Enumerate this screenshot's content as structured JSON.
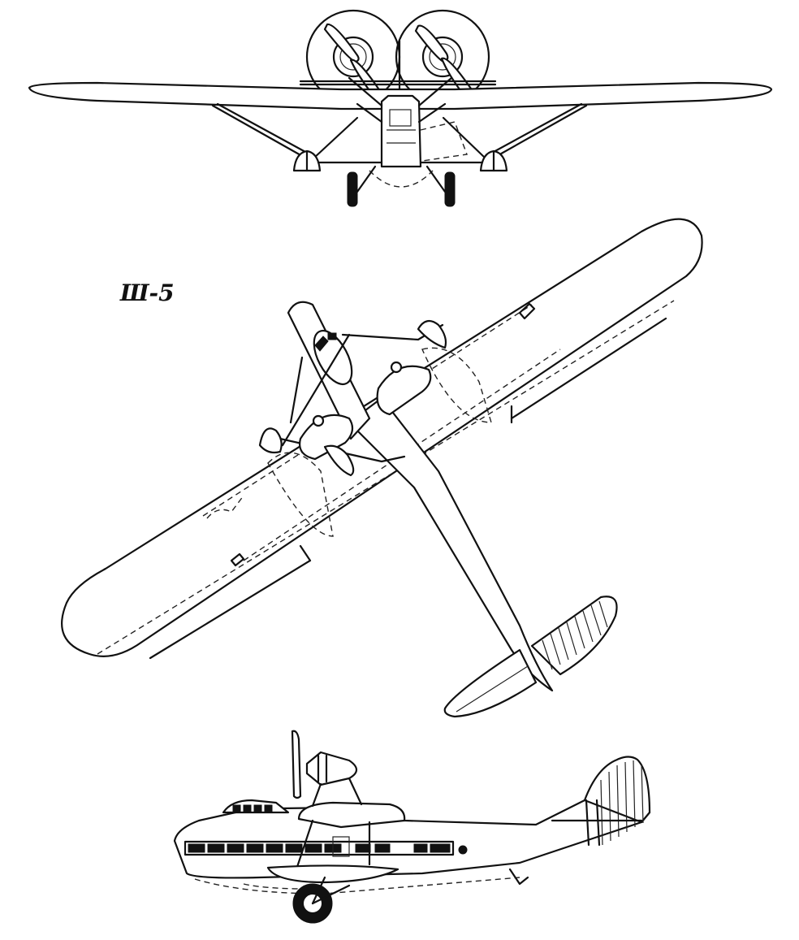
{
  "label": {
    "model": "Ш-5"
  },
  "views": [
    "front-view",
    "top-view",
    "side-view"
  ]
}
